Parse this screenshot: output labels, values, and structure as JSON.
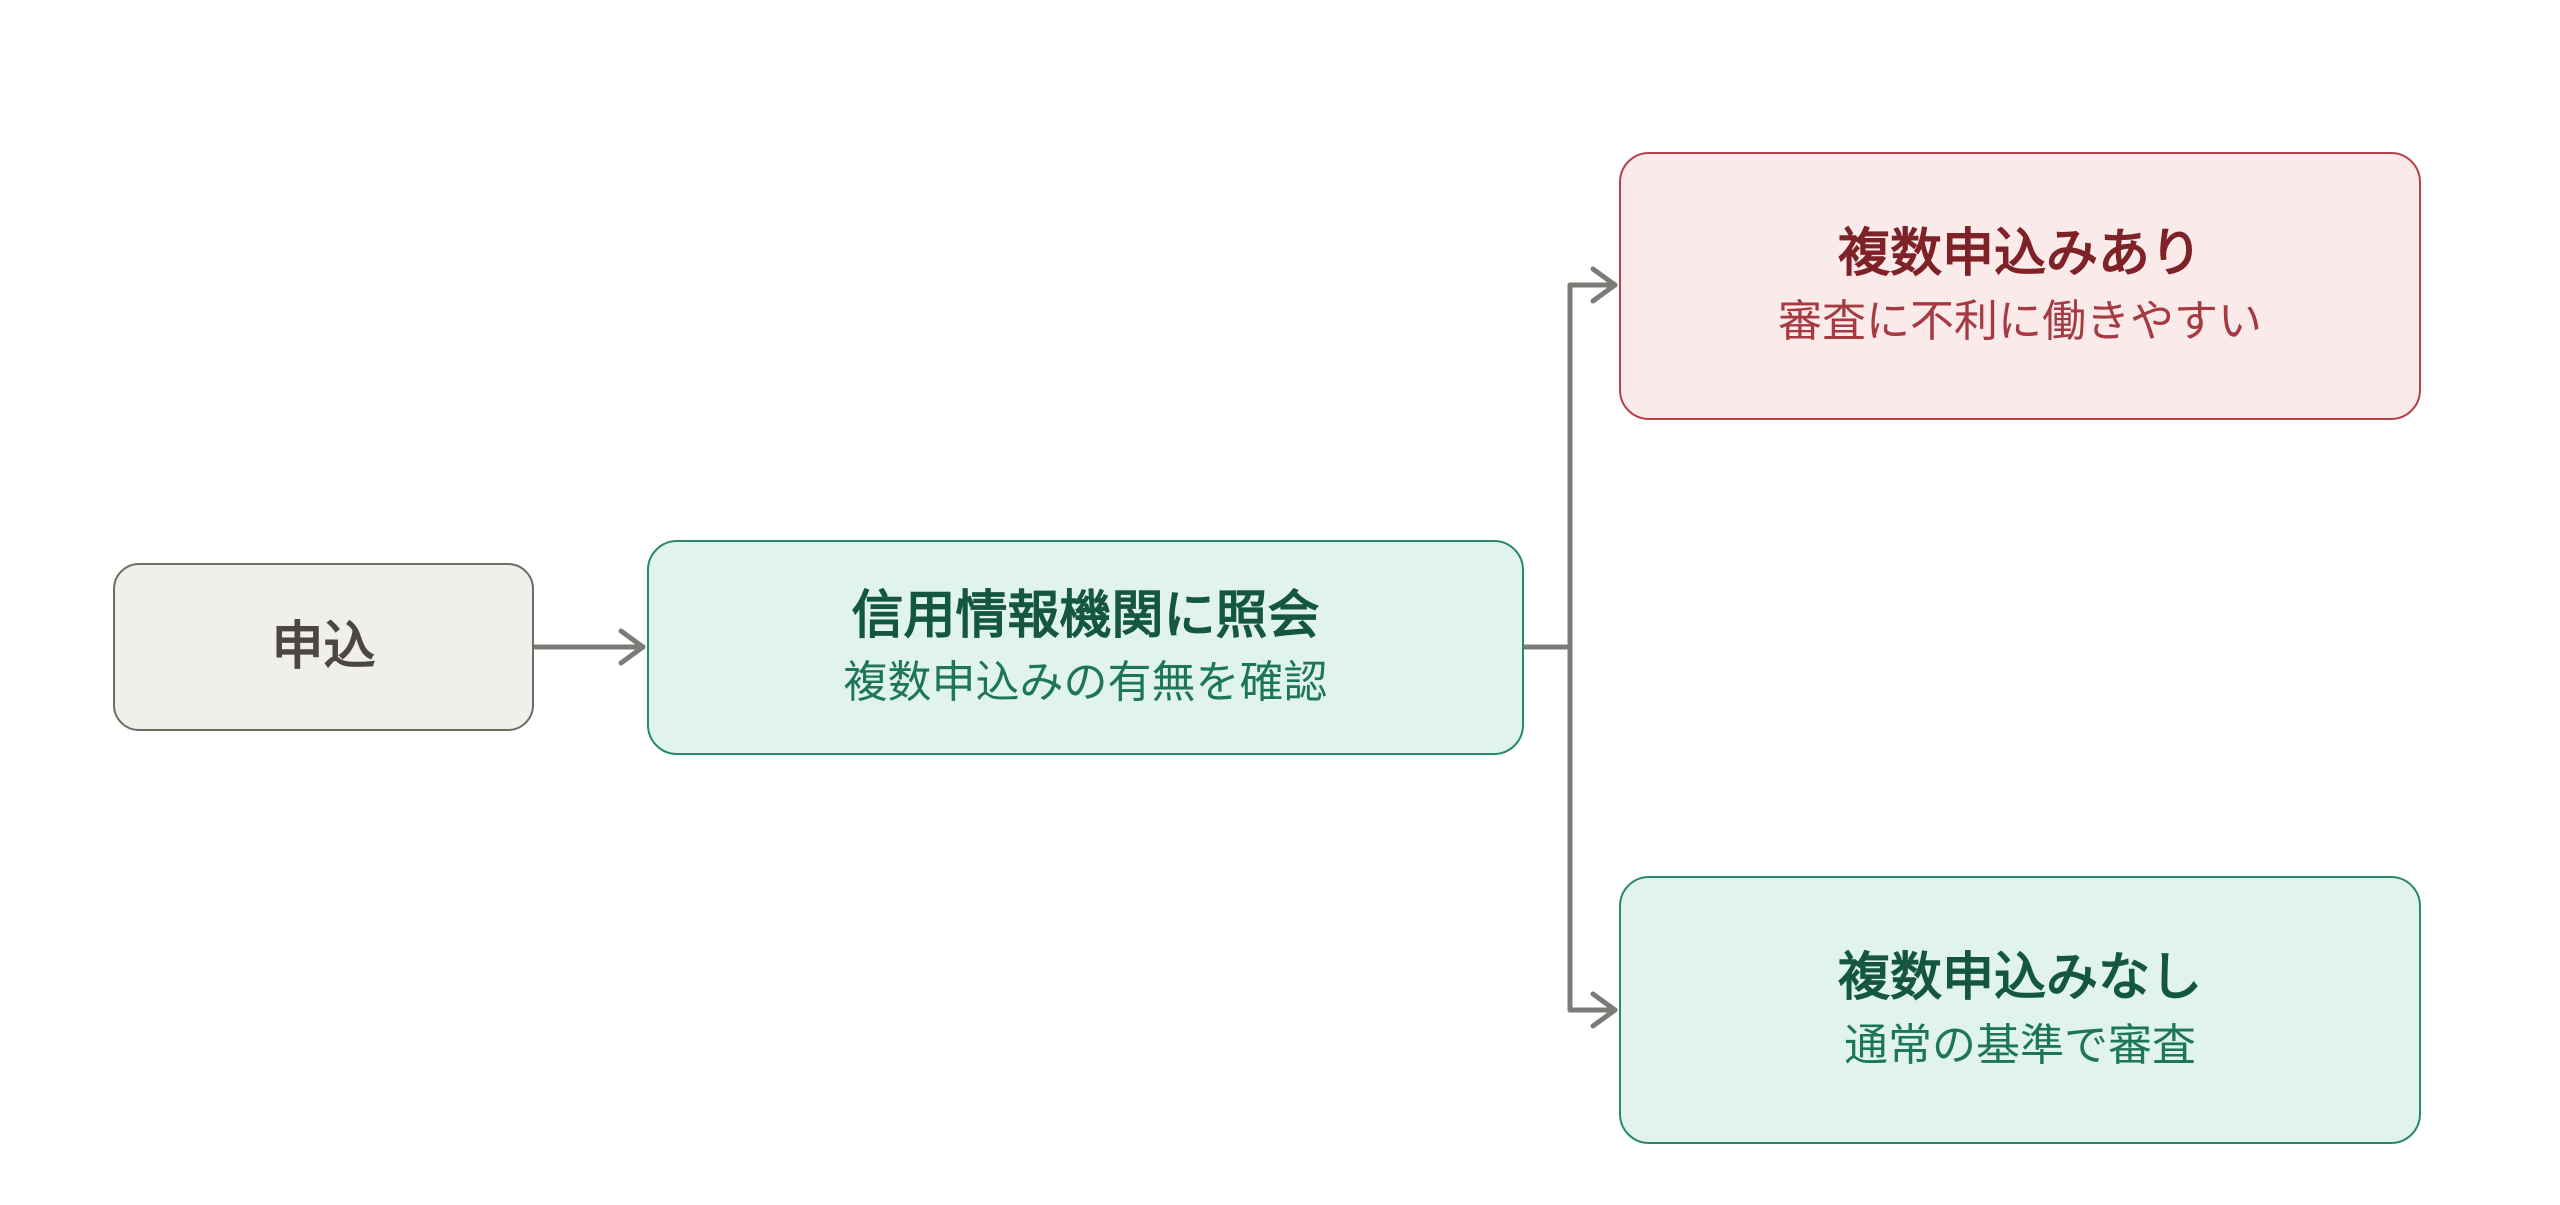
{
  "nodes": {
    "apply": {
      "title": "申込"
    },
    "check": {
      "title": "信用情報機関に照会",
      "subtitle": "複数申込みの有無を確認"
    },
    "multiple_yes": {
      "title": "複数申込みあり",
      "subtitle": "審査に不利に働きやすい"
    },
    "multiple_no": {
      "title": "複数申込みなし",
      "subtitle": "通常の基準で審査"
    }
  },
  "edges": [
    {
      "from": "apply",
      "to": "check"
    },
    {
      "from": "check",
      "to": "multiple_yes"
    },
    {
      "from": "check",
      "to": "multiple_no"
    }
  ],
  "colors": {
    "edge": "#7d7b77",
    "neutral_fill": "#f1efea",
    "green_fill": "#e0f3ec",
    "red_fill": "#fbeaea"
  }
}
